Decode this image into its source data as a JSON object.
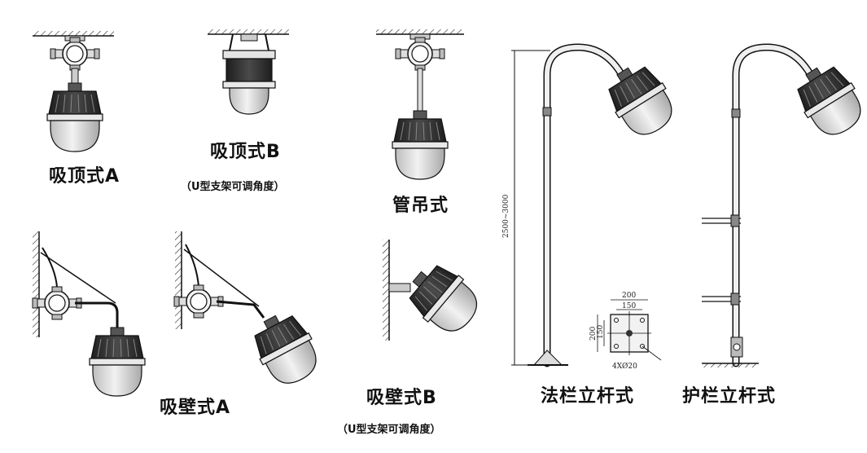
{
  "labels": {
    "ceiling_a": "吸顶式A",
    "ceiling_b": "吸顶式B",
    "ceiling_b_note": "（U型支架可调角度）",
    "pipe": "管吊式",
    "wall_a": "吸壁式A",
    "wall_b": "吸壁式B",
    "wall_b_note": "（U型支架可调角度）",
    "flange_pole": "法栏立杆式",
    "rail_pole": "护栏立杆式"
  },
  "dimensions": {
    "pole_height": "2500~3000",
    "plate_outer": "200",
    "plate_inner": "150",
    "plate_outer_v": "200",
    "plate_inner_v": "150",
    "holes": "4XØ20"
  },
  "colors": {
    "line": "#1a1a1a",
    "fixture_dark": "#2b2b2b",
    "glass": "#d9d9d9",
    "pole": "#e6e6e6"
  }
}
